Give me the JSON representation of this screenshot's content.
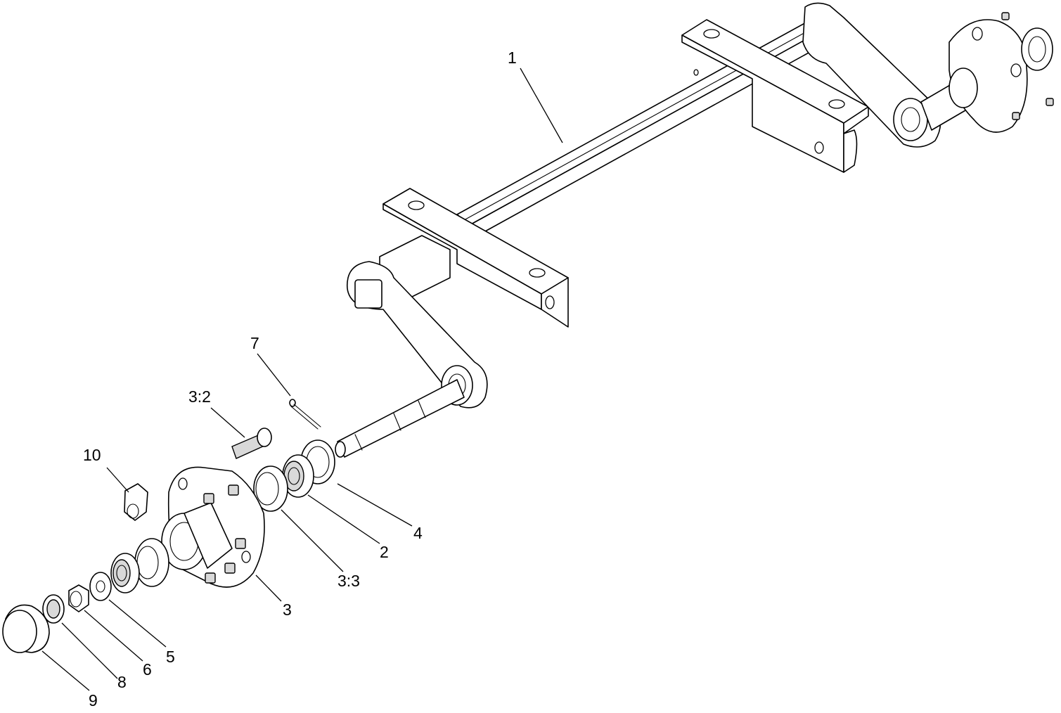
{
  "diagram": {
    "callouts": [
      "1",
      "7",
      "3:2",
      "10",
      "4",
      "2",
      "3:3",
      "3",
      "5",
      "6",
      "8",
      "9"
    ]
  }
}
